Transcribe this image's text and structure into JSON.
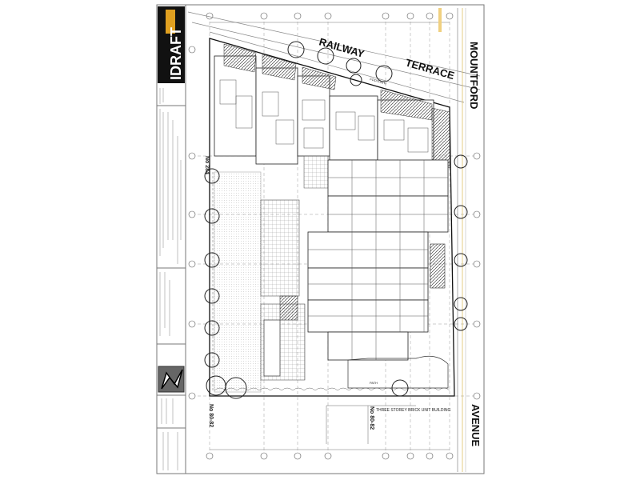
{
  "title_block": {
    "logo": "IDRAFT",
    "north_arrow": "north-arrow-icon"
  },
  "streets": {
    "railway": "RAILWAY",
    "terrace": "TERRACE",
    "mountford": "MOUNTFORD",
    "avenue": "AVENUE"
  },
  "neighbours": {
    "left_top": "No 284",
    "bottom_left": "No 80-82",
    "bottom_right": "No 80-82",
    "bottom_right_desc": "THREE STOREY BRICK UNIT BUILDING"
  },
  "labels": {
    "footpath": "FOOTPATH",
    "path": "PATH"
  },
  "colors": {
    "line": "#222222",
    "hatch": "#555555",
    "yellow_note": "#e8c860",
    "landscape": "#d8d8d8"
  }
}
